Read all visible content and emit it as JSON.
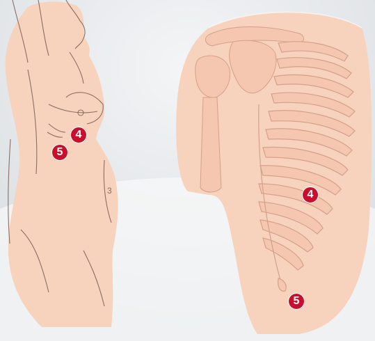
{
  "illustration": {
    "background_color": "#e9ecef",
    "skin_color": "#f7d2bd",
    "line_color": "#8a6e62",
    "marker_color": "#c8102e"
  },
  "markers": {
    "side_view_4": "4",
    "side_view_5": "5",
    "ribcage_view_4": "4",
    "ribcage_view_5": "5"
  },
  "side_view": {
    "abdomen_mark": "3"
  }
}
